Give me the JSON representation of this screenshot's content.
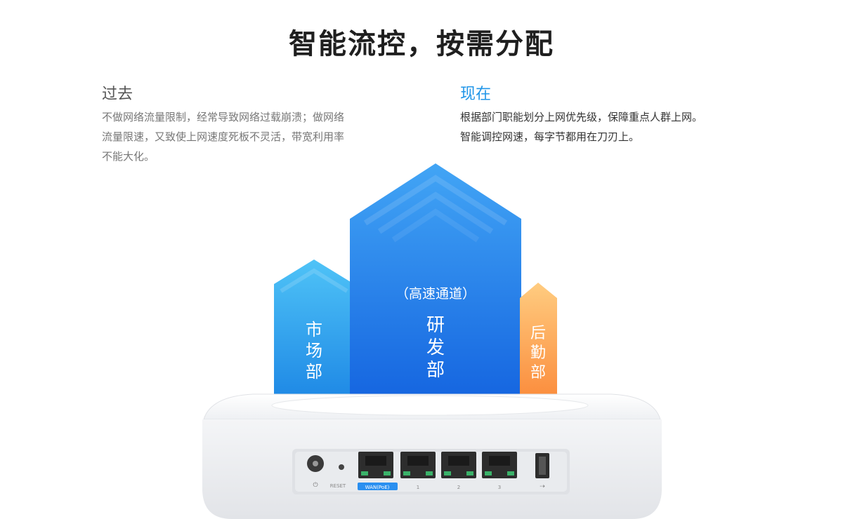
{
  "title": "智能流控，按需分配",
  "past": {
    "heading": "过去",
    "lines": [
      "不做网络流量限制，经常导致网络过载崩溃；做网络",
      "流量限速，又致使上网速度死板不灵活，带宽利用率",
      "不能大化。"
    ]
  },
  "now": {
    "heading": "现在",
    "lines": [
      "根据部门职能划分上网优先级，保障重点人群上网。",
      "智能调控网速，每字节都用在刀刃上。"
    ]
  },
  "bars": {
    "market": {
      "chars": [
        "市",
        "场",
        "部"
      ],
      "color": "#3aa7f0"
    },
    "rnd": {
      "note": "（高速通道）",
      "chars": [
        "研",
        "发",
        "部"
      ],
      "color": "#2f8ff0"
    },
    "logistics": {
      "chars": [
        "后",
        "勤",
        "部"
      ],
      "color": "#f7a25a"
    }
  },
  "router": {
    "reset_label": "RESET",
    "wan_label": "WAN(PoE)",
    "lan_labels": [
      "1",
      "2",
      "3"
    ]
  }
}
